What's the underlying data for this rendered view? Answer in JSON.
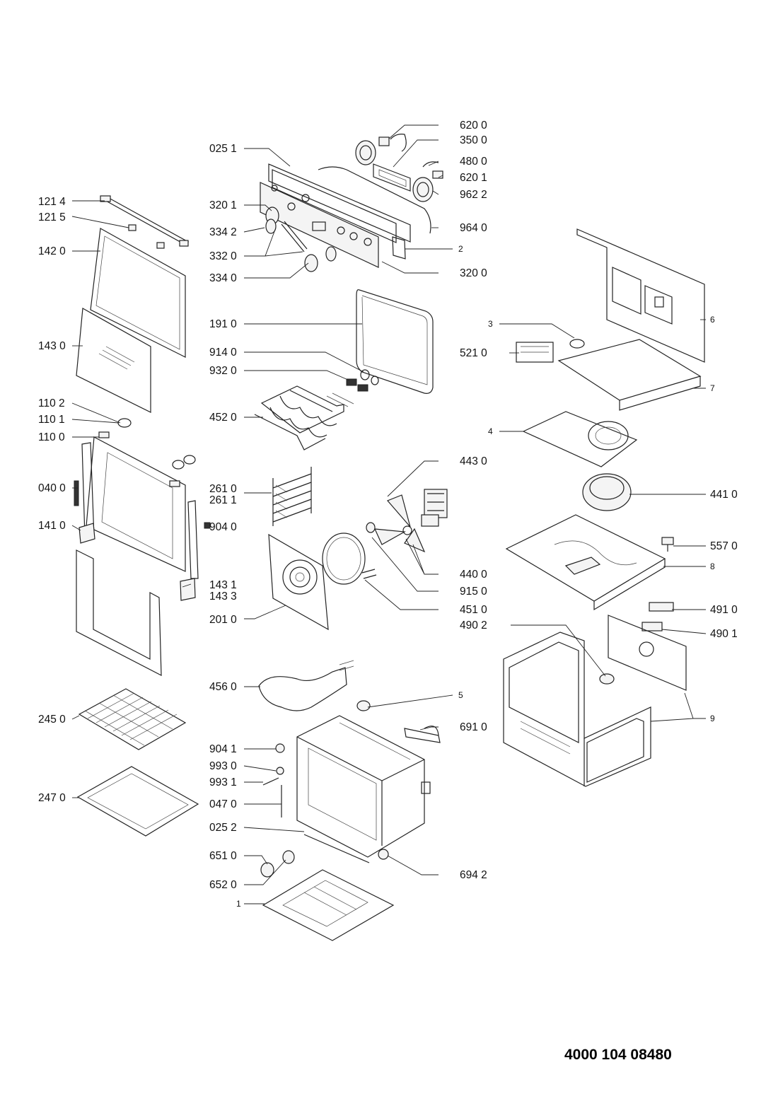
{
  "document_number": "4000 104 08480",
  "left_column": [
    "121 4",
    "121 5",
    "142 0",
    "143 0",
    "110 2",
    "110 1",
    "110 0",
    "040 0",
    "141 0",
    "245 0",
    "247 0"
  ],
  "middle_left": [
    "025 1",
    "320 1",
    "334 2",
    "332 0",
    "334 0",
    "191 0",
    "914 0",
    "932 0",
    "452 0",
    "261 0",
    "261 1",
    "904 0",
    "143 1",
    "143 3",
    "201 0",
    "456 0",
    "904 1",
    "993 0",
    "993 1",
    "047 0",
    "025 2",
    "651 0",
    "652 0",
    "1"
  ],
  "middle_right": [
    "620 0",
    "350 0",
    "480 0",
    "620 1",
    "962 2",
    "964 0",
    "2",
    "320 0",
    "443 0",
    "440 0",
    "915 0",
    "451 0",
    "5",
    "691 0",
    "694 2"
  ],
  "right_column": [
    "3",
    "521 0",
    "6",
    "7",
    "4",
    "441 0",
    "557 0",
    "8",
    "491 0",
    "490 2",
    "490 1",
    "9"
  ]
}
